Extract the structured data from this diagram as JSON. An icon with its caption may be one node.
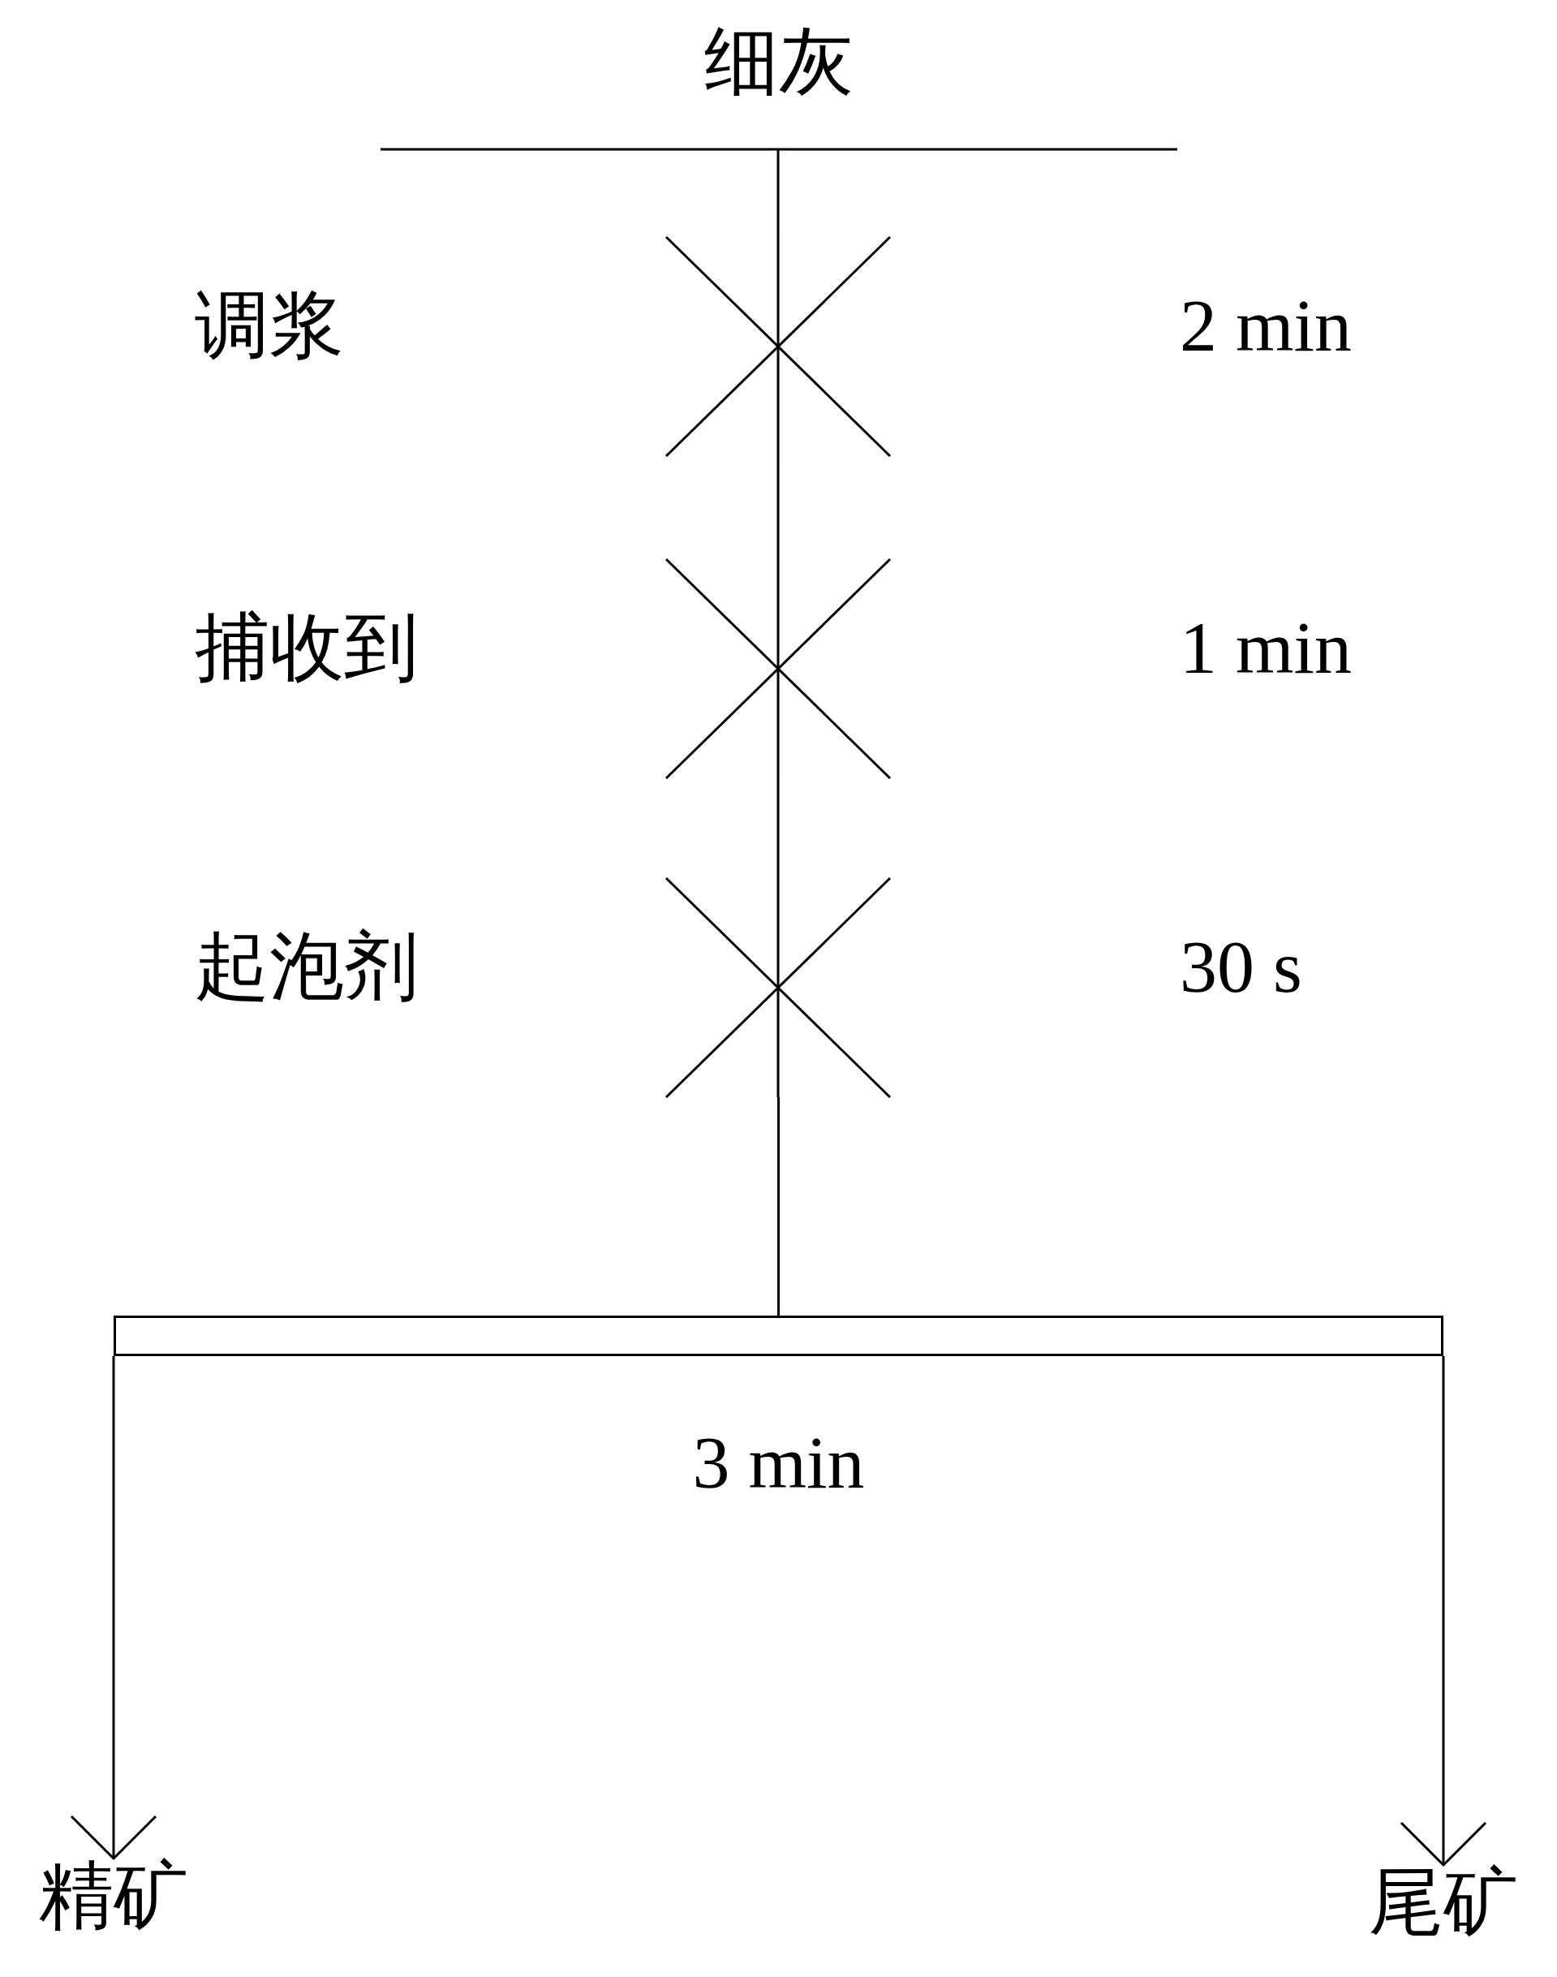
{
  "diagram": {
    "nodes": [
      {
        "text": [
          "细灰"
        ]
      },
      {
        "text": [
          "调浆"
        ]
      },
      {
        "text": [
          "捕收到"
        ]
      },
      {
        "text": [
          "起泡剂"
        ]
      },
      {
        "text": [
          "3 min"
        ]
      },
      {
        "text": [
          "精矿"
        ]
      },
      {
        "text": [
          "尾矿"
        ]
      }
    ],
    "edges": [
      {
        "from": 0,
        "to": 1,
        "arrow": "none"
      },
      {
        "from": 1,
        "to": 2,
        "arrow": "none"
      },
      {
        "from": 2,
        "to": 3,
        "arrow": "none"
      },
      {
        "from": 3,
        "to": 4,
        "arrow": "none"
      },
      {
        "from": 4,
        "to": 5,
        "arrow": "to"
      },
      {
        "from": 4,
        "to": 6,
        "arrow": "to"
      }
    ],
    "labels": [
      "2 min",
      "1 min",
      "30 s"
    ]
  }
}
